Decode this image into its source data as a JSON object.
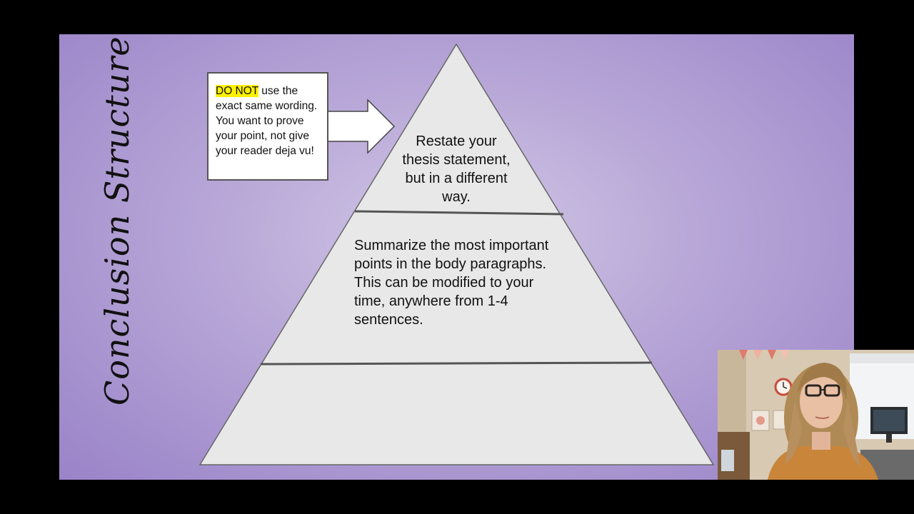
{
  "slide": {
    "title": "Conclusion Structure",
    "callout": {
      "highlight": "DO NOT",
      "text": " use the exact same wording.  You want to prove your point, not give your reader deja vu!"
    },
    "pyramid": {
      "top_tier": "Restate your thesis statement, but in a different way.",
      "middle_tier": "Summarize the most important points in the body paragraphs.  This can be modified to your time, anywhere from 1-4 sentences.",
      "bottom_tier": ""
    }
  },
  "colors": {
    "slide_background": "#b9a9d8",
    "pyramid_fill": "#e8e8e8",
    "highlight": "#fff200",
    "letterbox": "#000000"
  },
  "icons": {
    "arrow": "right-arrow-icon"
  }
}
